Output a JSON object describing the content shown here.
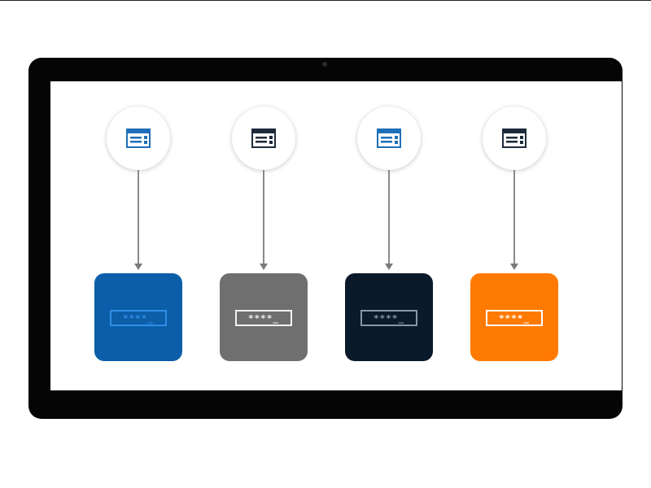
{
  "diagram": {
    "columns": [
      {
        "id": "blue",
        "source_icon": "browser-window-icon",
        "icon_color": "#1f6fb8",
        "target_icon": "password-field-icon",
        "tile_color": "#0c5ea8",
        "field_color": "#2f8fe8",
        "password_mask": "****_"
      },
      {
        "id": "gray",
        "source_icon": "browser-window-icon",
        "icon_color": "#1c2a3a",
        "target_icon": "password-field-icon",
        "tile_color": "#6f6f6f",
        "field_color": "#f2f2f2",
        "password_mask": "****_"
      },
      {
        "id": "navy",
        "source_icon": "browser-window-icon",
        "icon_color": "#1f6fb8",
        "target_icon": "password-field-icon",
        "tile_color": "#0a1a2b",
        "field_color": "#8a96a3",
        "password_mask": "****_"
      },
      {
        "id": "orange",
        "source_icon": "browser-window-icon",
        "icon_color": "#1c2a3a",
        "target_icon": "password-field-icon",
        "tile_color": "#ff7a00",
        "field_color": "#ffffff",
        "password_mask": "****_"
      }
    ]
  },
  "device": {
    "bezel_color": "#050505",
    "screen_color": "#ffffff"
  }
}
